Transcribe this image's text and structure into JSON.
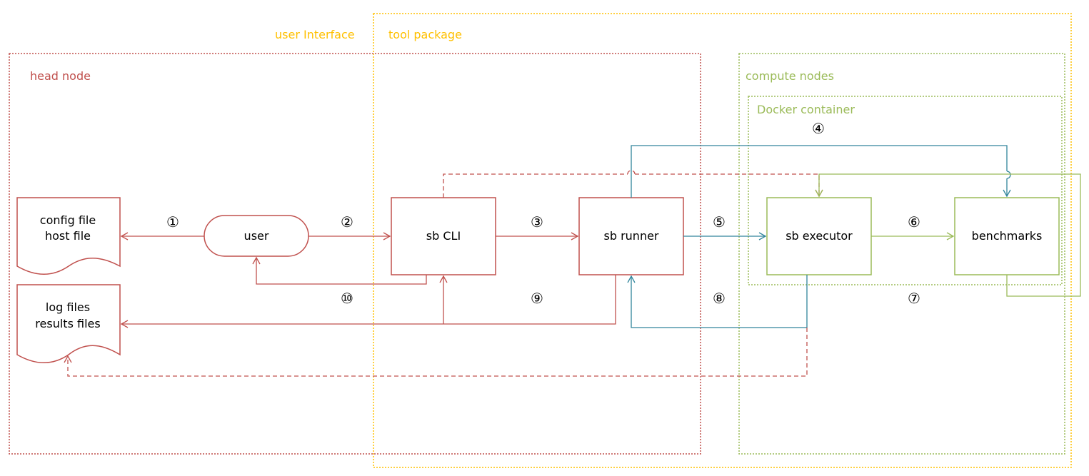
{
  "colors": {
    "head": "#c0504d",
    "tool": "#ffc000",
    "compute": "#9bbb59",
    "flow_blue": "#31859c",
    "text": "#000000"
  },
  "regions": {
    "user_interface": "user Interface",
    "tool_package": "tool package",
    "head_node": "head node",
    "compute_nodes": "compute nodes",
    "docker_container": "Docker container"
  },
  "nodes": {
    "config_file": "config file",
    "host_file": "host file",
    "log_files": "log files",
    "results_files": "results files",
    "user": "user",
    "sb_cli": "sb CLI",
    "sb_runner": "sb runner",
    "sb_executor": "sb executor",
    "benchmarks": "benchmarks"
  },
  "steps": {
    "s1": "①",
    "s2": "②",
    "s3": "③",
    "s4": "④",
    "s5": "⑤",
    "s6": "⑥",
    "s7": "⑦",
    "s8": "⑧",
    "s9": "⑨",
    "s10": "⑩"
  }
}
